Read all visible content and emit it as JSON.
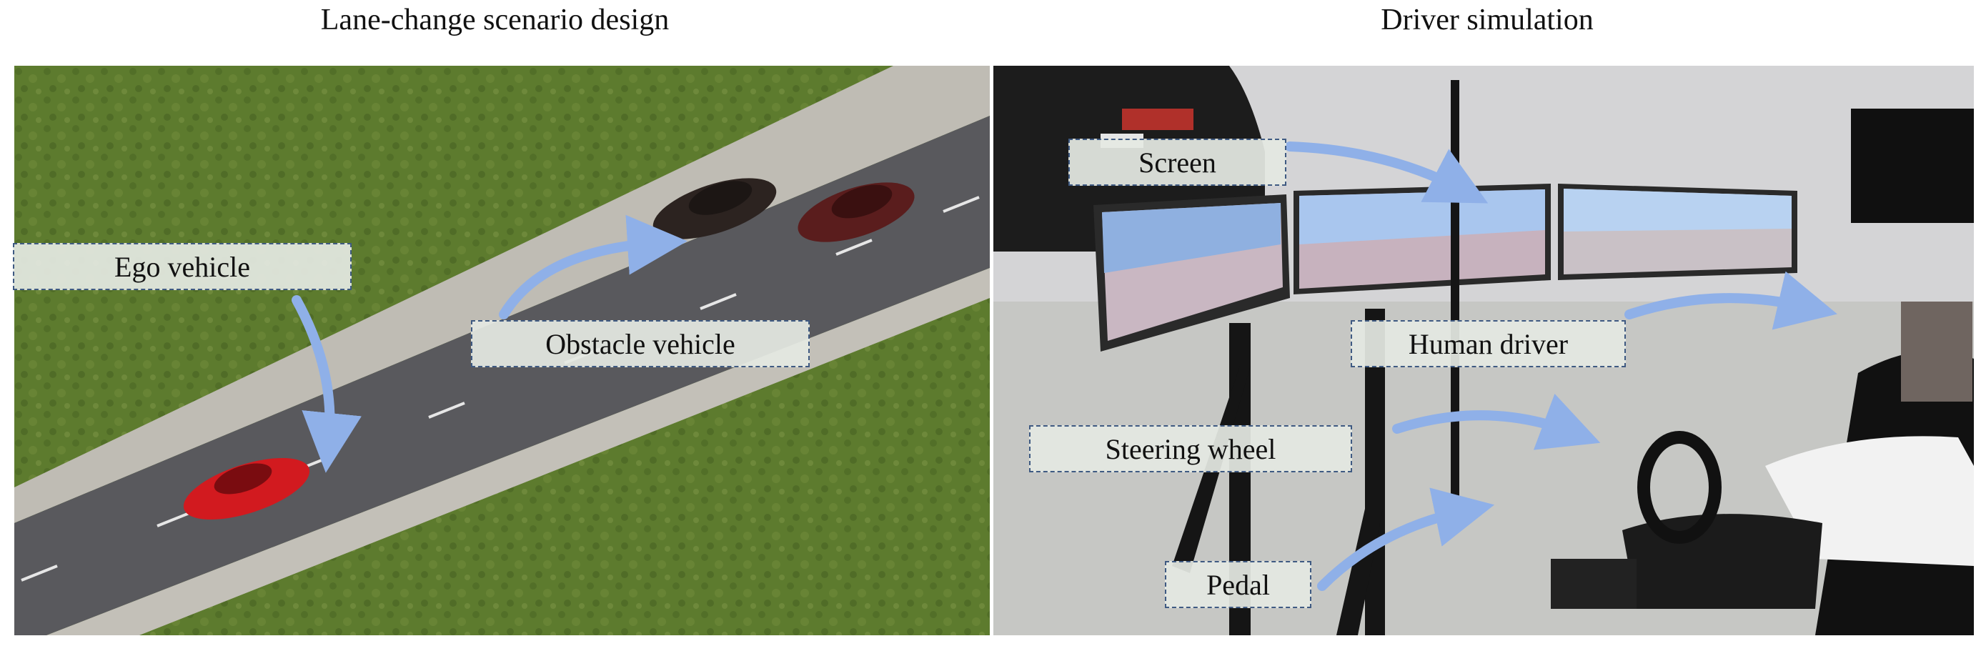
{
  "titles": {
    "left": "Lane-change scenario design",
    "right": "Driver simulation"
  },
  "labels": {
    "ego": "Ego vehicle",
    "obstacle": "Obstacle vehicle",
    "screen": "Screen",
    "human_driver": "Human driver",
    "steering_wheel": "Steering wheel",
    "pedal": "Pedal"
  },
  "colors": {
    "arrow": "#8fb0e8",
    "label_border": "#3f5a82",
    "ego_car": "#d21a1f",
    "obstacle_car": "#3a2b26",
    "obstacle_car_2": "#5a1d1d",
    "grass": "#5e7a33",
    "road": "#5b5b5f"
  }
}
